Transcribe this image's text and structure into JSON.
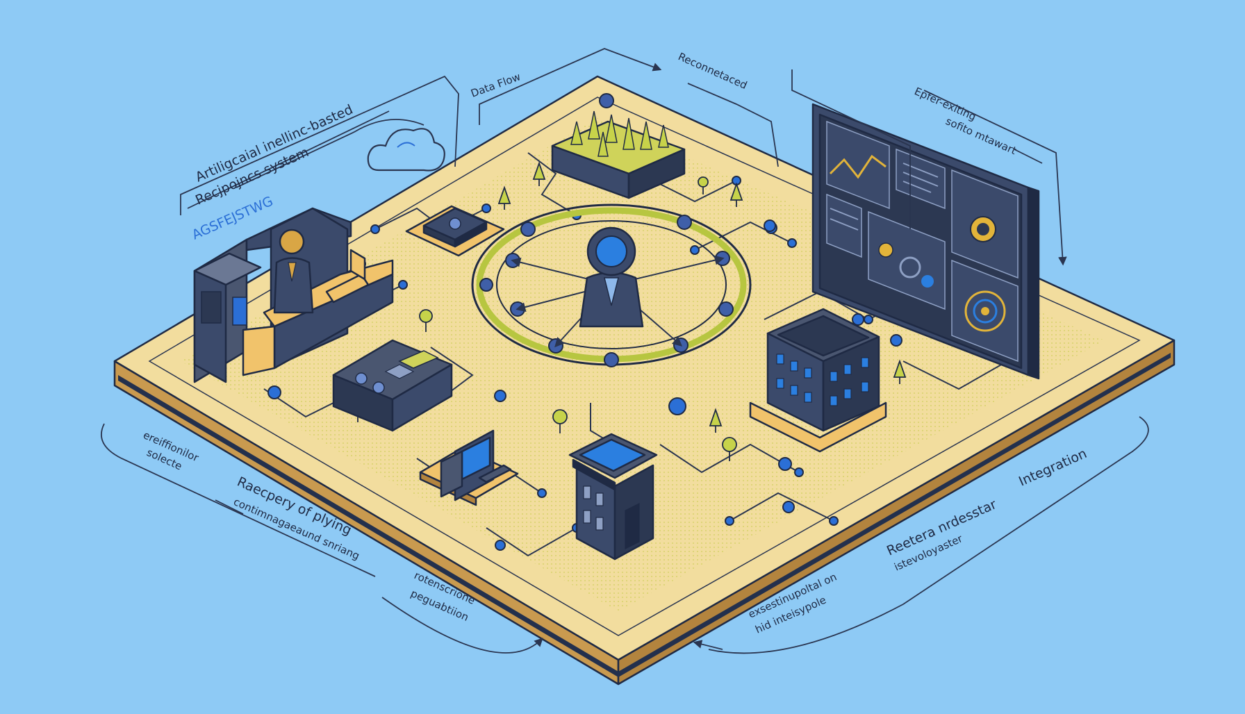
{
  "diagram": {
    "labels": {
      "ai_system_line1": "Artiligcaial inellinc-basted",
      "ai_system_line2": "Recjpojncs system",
      "ai_system_line3": "AGSFEJSTWG",
      "data_flow": "Data Flow",
      "reconnected": "Reconnetaced",
      "existing_software_line1": "Epfer-exiting",
      "existing_software_line2": "sofito mtawart",
      "left_bottom_line1": "ereiffionilor",
      "left_bottom_line2": "solecte",
      "mid_bottom_line1": "Raecpery of plying",
      "mid_bottom_line2": "contimnagaeaund snriang",
      "center_bottom_line1": "rotenscrione",
      "center_bottom_line2": "peguabtiion",
      "integration": "Integration",
      "right_bottom_line1": "Reetera nrdesstar",
      "right_bottom_line2": "istevoloyaster",
      "bottom_right_line1": "exsestinupoltal on",
      "bottom_right_line2": "hid inteisypole"
    },
    "nodes": [
      {
        "id": "central-user",
        "icon": "person-pin-icon"
      },
      {
        "id": "operator-desk",
        "icon": "operator-icon"
      },
      {
        "id": "forest-block",
        "icon": "tree-icon"
      },
      {
        "id": "dashboard-panel",
        "icon": "dashboard-icon"
      },
      {
        "id": "office-building",
        "icon": "building-icon"
      },
      {
        "id": "small-building",
        "icon": "building-icon"
      },
      {
        "id": "workstation",
        "icon": "computer-icon"
      },
      {
        "id": "control-unit",
        "icon": "server-icon"
      },
      {
        "id": "device-pad",
        "icon": "device-icon"
      }
    ],
    "colors": {
      "background": "#8ecaf5",
      "platform_top": "#f2dd9e",
      "platform_side": "#c99a4f",
      "outline": "#1f2a44",
      "accent_blue": "#2b6fd6",
      "grass": "#dfe27a"
    }
  }
}
